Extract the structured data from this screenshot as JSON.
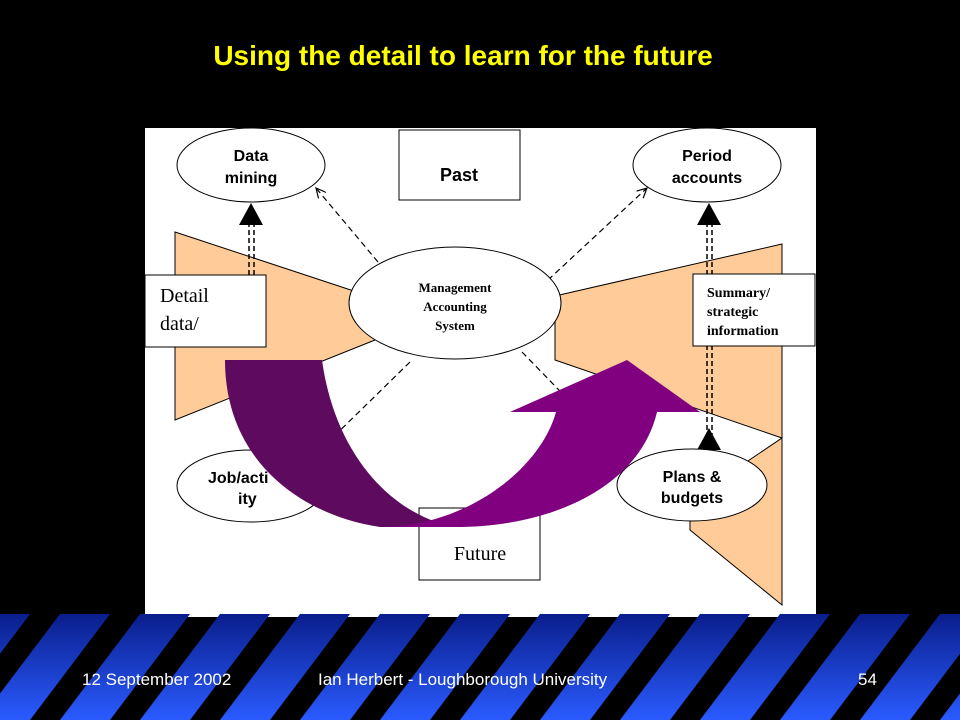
{
  "slide": {
    "title": "Using the detail to learn for the future",
    "footer": {
      "date": "12 September 2002",
      "author": "Ian Herbert - Loughborough University",
      "page": "54"
    }
  },
  "diagram": {
    "nodes": {
      "data_mining": [
        "Data",
        "mining"
      ],
      "past": "Past",
      "period_accounts": [
        "Period",
        "accounts"
      ],
      "detail_data": [
        "Detail",
        "data/"
      ],
      "mas": [
        "Management",
        "Accounting",
        "System"
      ],
      "summary": [
        "Summary/",
        "strategic",
        "information"
      ],
      "job_activity": [
        "Job/acti",
        "ity"
      ],
      "plans_budgets": [
        "Plans &",
        "budgets"
      ],
      "future": "Future"
    }
  },
  "colors": {
    "background": "#000000",
    "title": "#FFFF00",
    "panel": "#FFFFFF",
    "peach": "#FFCC99",
    "arrow_dark": "#5E0A5E",
    "arrow_light": "#800080",
    "footer_blue": "#1E4BFF"
  }
}
